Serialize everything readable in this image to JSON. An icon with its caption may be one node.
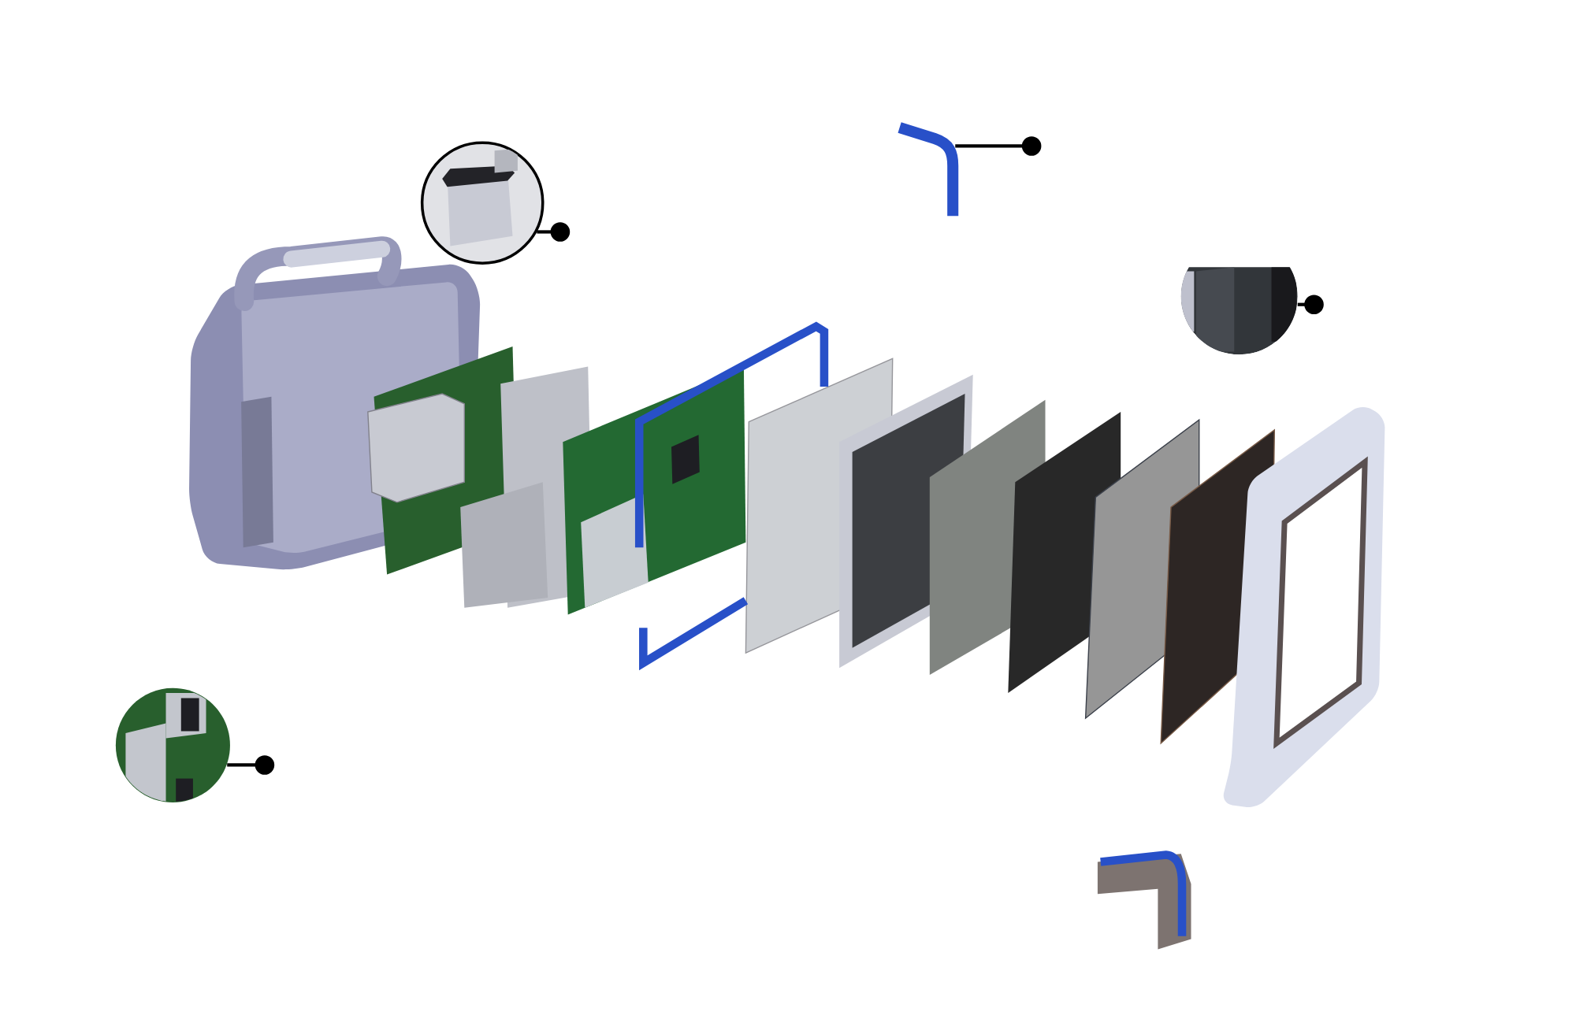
{
  "diagram": {
    "nodes": [
      {
        "text": [],
        "shape": "picture"
      },
      {
        "text": [],
        "shape": "picture"
      },
      {
        "text": [],
        "shape": "picture"
      },
      {
        "text": [],
        "shape": "picture"
      }
    ],
    "edges": [
      {
        "from": 0,
        "to": null,
        "arrow": "other"
      },
      {
        "from": 1,
        "to": null,
        "arrow": "other"
      },
      {
        "from": 2,
        "to": null,
        "arrow": "other"
      },
      {
        "from": 3,
        "to": null,
        "arrow": "other"
      }
    ]
  }
}
